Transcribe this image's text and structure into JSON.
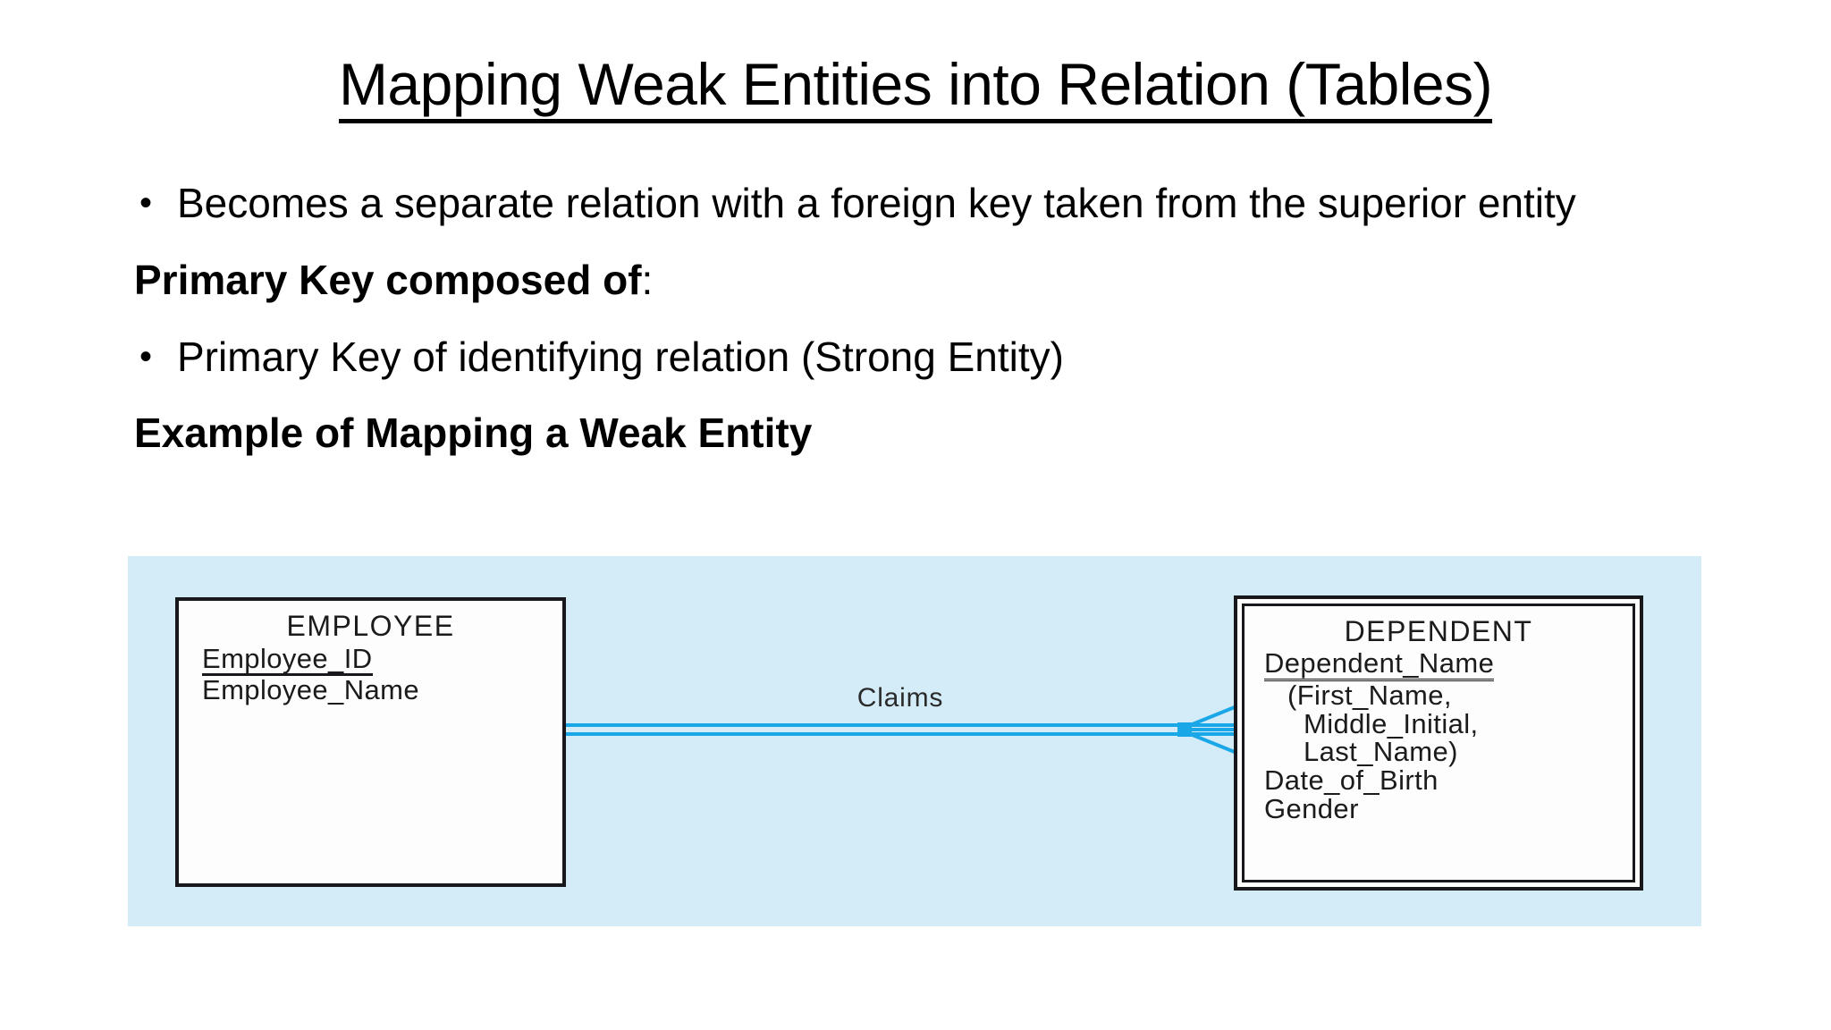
{
  "slide": {
    "title": "Mapping Weak Entities into Relation (Tables)",
    "body": {
      "bullet1": "Becomes a separate relation with a foreign key taken from the superior entity",
      "heading1_bold": "Primary Key composed of",
      "heading1_plain": ":",
      "bullet2": "Primary Key of identifying relation (Strong Entity)",
      "heading2": "Example of Mapping a Weak Entity"
    },
    "bullet_glyph": "•"
  },
  "diagram": {
    "strong_entity": {
      "title": "EMPLOYEE",
      "attributes": [
        {
          "label": "Employee_ID",
          "key": "primary"
        },
        {
          "label": "Employee_Name",
          "key": "none"
        }
      ]
    },
    "weak_entity": {
      "title": "DEPENDENT",
      "attributes": [
        {
          "label": "Dependent_Name",
          "key": "partial"
        },
        {
          "label": "(First_Name,",
          "key": "none"
        },
        {
          "label": "Middle_Initial,",
          "key": "none"
        },
        {
          "label": "Last_Name)",
          "key": "none"
        },
        {
          "label": "Date_of_Birth",
          "key": "none"
        },
        {
          "label": "Gender",
          "key": "none"
        }
      ]
    },
    "relationship": {
      "label": "Claims"
    },
    "colors": {
      "panel_background": "#d4ecf8",
      "relationship_line": "#1aa7e8",
      "entity_border": "#17181c",
      "entity_fill": "#fdfdfd"
    }
  }
}
